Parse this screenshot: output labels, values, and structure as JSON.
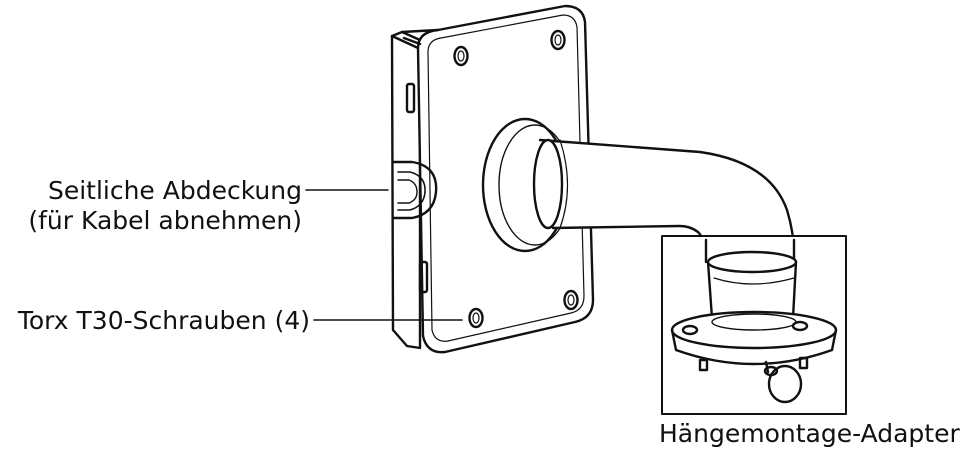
{
  "labels": {
    "side_cover_line1": "Seitliche Abdeckung",
    "side_cover_line2": "(für Kabel abnehmen)",
    "torx_screws": "Torx T30-Schrauben (4)",
    "pendant_adapter": "Hängemontage-Adapter"
  },
  "colors": {
    "line": "#111111",
    "background": "#ffffff"
  }
}
